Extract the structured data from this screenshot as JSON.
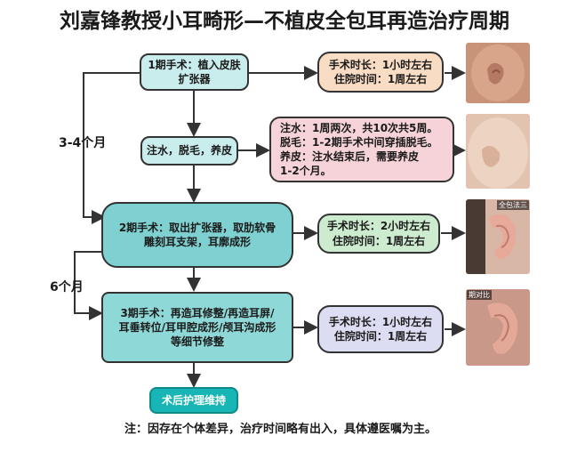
{
  "title": "刘嘉锋教授小耳畸形—不植皮全包耳再造治疗周期",
  "steps": {
    "stage1": "1期手术：植入皮肤\n扩张器",
    "injection": "注水，脱毛，养皮",
    "stage2": "2期手术：取出扩张器，取肋软骨\n雕刻耳支架，耳廓成形",
    "stage3": "3期手术：再造耳修整/再造耳屏/\n耳垂转位/耳甲腔成形/颅耳沟成形\n等细节修整",
    "aftercare": "术后护理维持"
  },
  "info": {
    "stage1": "手术时长：1小时左右\n住院时间：1周左右",
    "injection": "注水：1周两次，共10次共5周。\n脱毛：1-2期手术中间穿插脱毛。\n养皮：注水结束后，需要养皮\n      1-2个月。",
    "stage2": "手术时长：2小时左右\n住院时间：1周左右",
    "stage3": "手术时长：1小时左右\n住院时间：1周左右"
  },
  "intervals": {
    "first": "3-4个月",
    "second": "6个月"
  },
  "photo_labels": {
    "p3": "全包法三",
    "p4": "期对比"
  },
  "note": "注：因存在个体差异，治疗时间略有出入，具体遵医嘱为主。",
  "colors": {
    "teal_light": "#c9ecec",
    "teal_mid": "#7fd0d0",
    "aftercare": "#17b5b5",
    "peach": "#f9dcc4",
    "pink": "#f6d3d9",
    "green": "#cdeccf",
    "lavender": "#dcdcf2"
  }
}
